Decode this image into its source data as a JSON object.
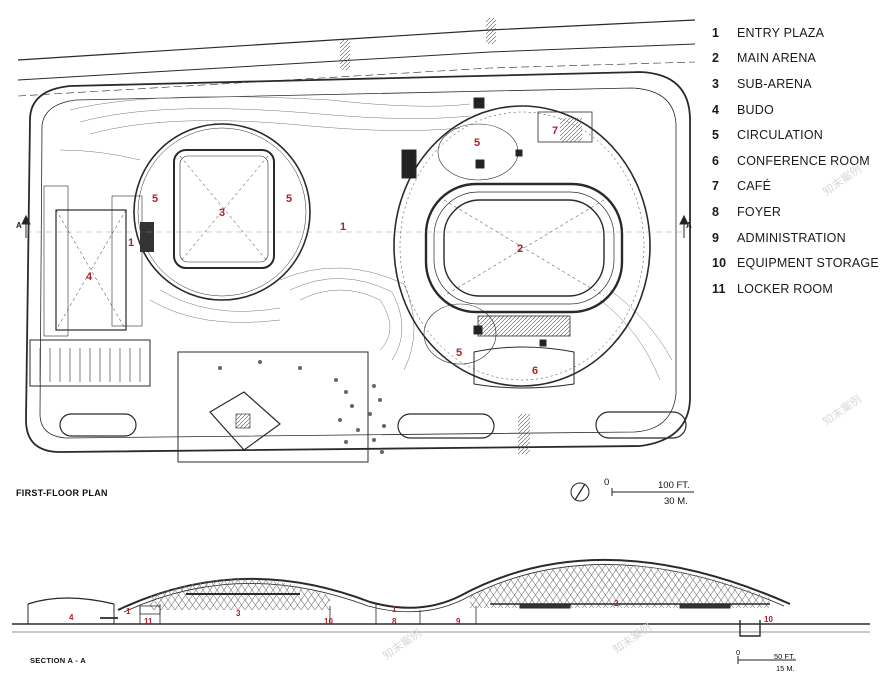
{
  "legend": [
    {
      "num": "1",
      "label": "ENTRY PLAZA"
    },
    {
      "num": "2",
      "label": "MAIN ARENA"
    },
    {
      "num": "3",
      "label": "SUB-ARENA"
    },
    {
      "num": "4",
      "label": "BUDO"
    },
    {
      "num": "5",
      "label": "CIRCULATION"
    },
    {
      "num": "6",
      "label": "CONFERENCE ROOM"
    },
    {
      "num": "7",
      "label": "CAFÉ"
    },
    {
      "num": "8",
      "label": "FOYER"
    },
    {
      "num": "9",
      "label": "ADMINISTRATION"
    },
    {
      "num": "10",
      "label": "EQUIPMENT STORAGE"
    },
    {
      "num": "11",
      "label": "LOCKER ROOM"
    }
  ],
  "plan": {
    "caption": "FIRST-FLOOR PLAN",
    "section_marker": "A",
    "scale": {
      "zero": "0",
      "imperial": "100 FT.",
      "metric": "30 M."
    },
    "labels": {
      "n1a": "1",
      "n1b": "1",
      "n2": "2",
      "n3": "3",
      "n4": "4",
      "n5a": "5",
      "n5b": "5",
      "n5c": "5",
      "n5d": "5",
      "n6": "6",
      "n7": "7"
    }
  },
  "section": {
    "caption": "SECTION A - A",
    "scale": {
      "zero": "0",
      "imperial": "50 FT.",
      "metric": "15 M."
    },
    "labels": {
      "s4": "4",
      "s1a": "1",
      "s11": "11",
      "s3": "3",
      "s10a": "10",
      "s1b": "1",
      "s8": "8",
      "s9": "9",
      "s2": "2",
      "s10b": "10"
    }
  },
  "watermark": "知末案例",
  "colors": {
    "line": "#2a2a2a",
    "label_red": "#b0202a",
    "paper": "#ffffff"
  }
}
